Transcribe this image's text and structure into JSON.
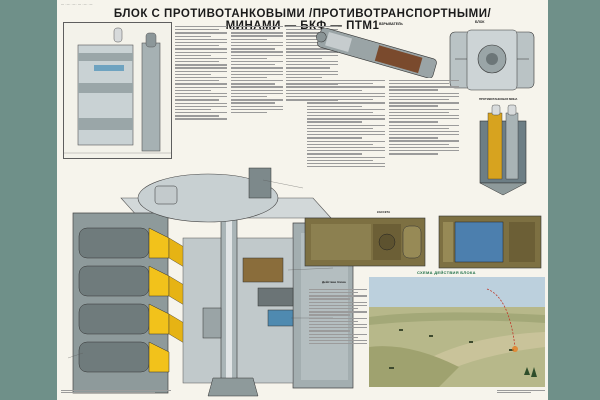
{
  "poster": {
    "title_line1": "БЛОК С ПРОТИВОТАНКОВЫМИ /ПРОТИВОТРАНСПОРТНЫМИ/",
    "title_line2": "МИНАМИ — БКФ — ПТМ1"
  },
  "sections": {
    "fuse_label": "ВЗРЫВАТЕЛЬ",
    "block_view_label": "БЛОК",
    "mine_section_label": "ПРОТИВОТАНКОВАЯ МИНА",
    "cassette_label": "КАССЕТА",
    "action_label": "Действие блока",
    "scheme_label": "СХЕМА ДЕЙСТВИЯ БЛОКА"
  },
  "colors": {
    "page_bg": "#6f9089",
    "poster_bg": "#f6f4ec",
    "steel": "#8e9a9b",
    "mine_yellow": "#f2c21b",
    "sky": "#bcd0dd",
    "field": "#b7b88a",
    "olive": "#7d7042",
    "red_trajectory": "#c0392b"
  }
}
